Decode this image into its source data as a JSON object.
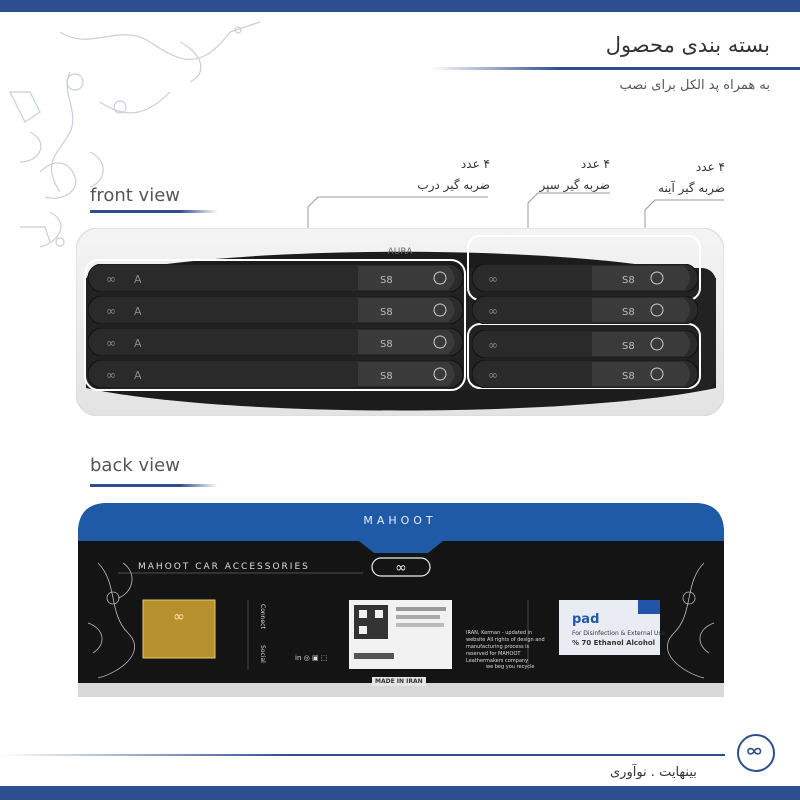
{
  "header": {
    "title": "بسته بندی محصول",
    "subtitle": "به همراه پد الکل برای نصب"
  },
  "callouts": [
    {
      "count": "۴ عدد",
      "label": "ضربه گیر درب"
    },
    {
      "count": "۴ عدد",
      "label": "ضربه گیر سپر"
    },
    {
      "count": "۴ عدد",
      "label": "ضربه گیر آینه"
    }
  ],
  "views": {
    "front": "front view",
    "back": "back view"
  },
  "strips": {
    "left_mark": "A",
    "right_mark": "S8",
    "tray_text": "AURA"
  },
  "back_card": {
    "brand": "MAHOOT",
    "tagline": "MAHOOT CAR ACCESSORIES",
    "connect": "Connect",
    "social": "Social",
    "made_in": "MADE IN IRAN",
    "recycle": "we beg you recycle",
    "info_en": "IRAN, Kerman - updated in website All rights of design and manufacturing process is reserved for MAHOOT Leathermakers company",
    "pad_brand": "pad",
    "pad_line1": "For Disinfection & External Use",
    "pad_line2": "% 70 Ethanol Alcohol",
    "social_icons": "in ◎ ▣ ⬚"
  },
  "footer": {
    "brand_text": "بینهایت . نوآوری"
  },
  "colors": {
    "accent": "#2e4f8f",
    "card_blue": "#1f5aa6",
    "card_black": "#141414"
  },
  "icons": [
    "infinity-icon",
    "line-art-decoration"
  ]
}
